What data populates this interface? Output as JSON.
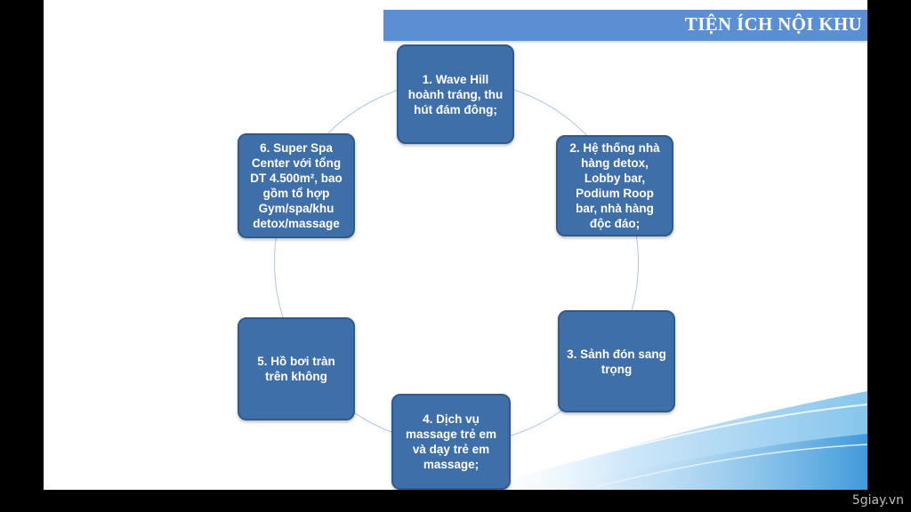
{
  "title": "TIỆN ÍCH NỘI KHU",
  "colors": {
    "node_fill": "#3f6fa8",
    "title_bar": "#5b8fd4",
    "ring": "#aec6e6"
  },
  "nodes": [
    {
      "label": "1. Wave Hill hoành tráng, thu hút đám đông;"
    },
    {
      "label": "2. Hệ thống nhà hàng detox, Lobby bar, Podium Roop bar, nhà hàng độc đáo;"
    },
    {
      "label": "3. Sảnh đón sang trọng"
    },
    {
      "label": "4. Dịch vụ massage trẻ em và dạy trẻ em massage;"
    },
    {
      "label": "5. Hồ bơi tràn trên không"
    },
    {
      "label": "6. Super Spa Center với tổng DT 4.500m², bao gồm tổ hợp Gym/spa/khu detox/massage"
    }
  ],
  "watermark": "5giay.vn"
}
